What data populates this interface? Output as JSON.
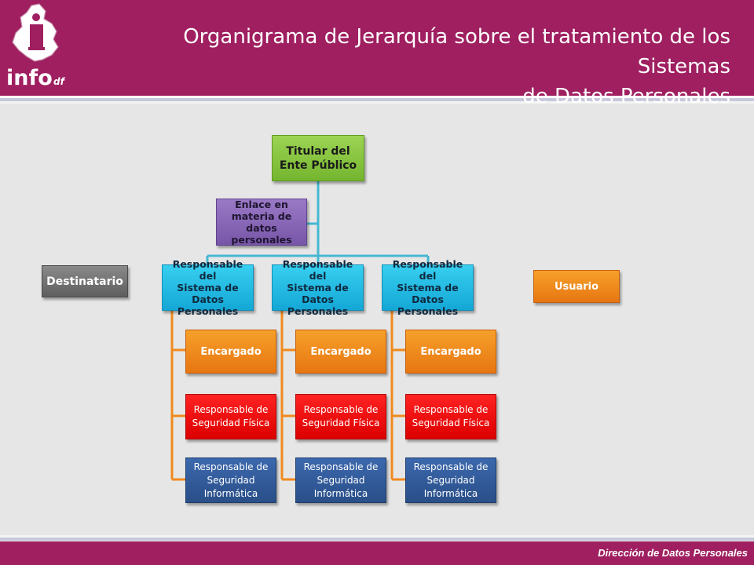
{
  "header": {
    "logo_text": "info",
    "logo_suffix": "df",
    "title_line1": "Organigrama de Jerarquía sobre el tratamiento de los Sistemas",
    "title_line2": "de Datos Personales"
  },
  "orgchart": {
    "titular": {
      "line1": "Titular del",
      "line2": "Ente Público"
    },
    "enlace": {
      "line1": "Enlace en",
      "line2": "materia de datos",
      "line3": "personales"
    },
    "destinatario": "Destinatario",
    "usuario": "Usuario",
    "columns": [
      {
        "responsable": {
          "line1": "Responsable del",
          "line2": "Sistema de Datos",
          "line3": "Personales"
        },
        "encargado": "Encargado",
        "fisica": {
          "line1": "Responsable de",
          "line2": "Seguridad Física"
        },
        "informatica": {
          "line1": "Responsable de",
          "line2": "Seguridad",
          "line3": "Informática"
        }
      },
      {
        "responsable": {
          "line1": "Responsable del",
          "line2": "Sistema de Datos",
          "line3": "Personales"
        },
        "encargado": "Encargado",
        "fisica": {
          "line1": "Responsable de",
          "line2": "Seguridad Física"
        },
        "informatica": {
          "line1": "Responsable de",
          "line2": "Seguridad",
          "line3": "Informática"
        }
      },
      {
        "responsable": {
          "line1": "Responsable del",
          "line2": "Sistema de Datos",
          "line3": "Personales"
        },
        "encargado": "Encargado",
        "fisica": {
          "line1": "Responsable de",
          "line2": "Seguridad Física"
        },
        "informatica": {
          "line1": "Responsable de",
          "line2": "Seguridad",
          "line3": "Informática"
        }
      }
    ]
  },
  "footer": {
    "text": "Dirección de Datos Personales"
  },
  "colors": {
    "brand": "#9f1f60",
    "connector": "#46b8d2",
    "titular": "#86c440",
    "enlace": "#8866b8",
    "responsable": "#22b8e4",
    "encargado": "#ee8a1e",
    "seguridad_fisica": "#ee0000",
    "seguridad_informatica": "#315c9c",
    "destinatario": "#707070",
    "usuario": "#ee8a1e"
  }
}
